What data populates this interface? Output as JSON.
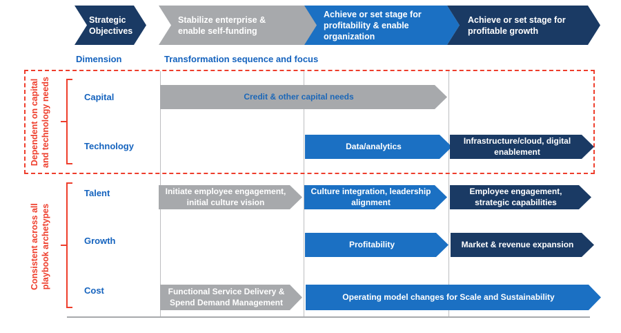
{
  "header": {
    "arrows": [
      {
        "label": "Strategic\nObjectives",
        "color": "#1a3a64"
      },
      {
        "label": "Stabilize enterprise &\nenable  self-funding",
        "color": "#a7a9ac"
      },
      {
        "label": "Achieve or set stage for\nprofitability & enable\norganization",
        "color": "#1b70c3"
      },
      {
        "label": "Achieve or set stage for\nprofitable growth",
        "color": "#1a3a64"
      }
    ],
    "dimension_label": "Dimension",
    "sequence_label": "Transformation sequence and focus"
  },
  "side_groups": [
    {
      "label": "Dependent on capital\nand technology needs",
      "dashed_outline": true
    },
    {
      "label": "Consistent across all\nplaybook archetypes",
      "dashed_outline": false
    }
  ],
  "rows": [
    {
      "dimension": "Capital",
      "arrows": [
        {
          "label": "Credit & other capital needs",
          "color": "#a7a9ac",
          "text_color": "#1b67b8"
        }
      ]
    },
    {
      "dimension": "Technology",
      "arrows": [
        {
          "label": "Data/analytics",
          "color": "#1b70c3",
          "text_color": "#ffffff"
        },
        {
          "label": "Infrastructure/cloud, digital\nenablement",
          "color": "#1a3a64",
          "text_color": "#ffffff"
        }
      ]
    },
    {
      "dimension": "Talent",
      "arrows": [
        {
          "label": "Initiate employee engagement,\ninitial culture vision",
          "color": "#a7a9ac",
          "text_color": "#ffffff"
        },
        {
          "label": "Culture integration, leadership\nalignment",
          "color": "#1b70c3",
          "text_color": "#ffffff"
        },
        {
          "label": "Employee engagement,\nstrategic capabilities",
          "color": "#1a3a64",
          "text_color": "#ffffff"
        }
      ]
    },
    {
      "dimension": "Growth",
      "arrows": [
        {
          "label": "Profitability",
          "color": "#1b70c3",
          "text_color": "#ffffff"
        },
        {
          "label": "Market & revenue expansion",
          "color": "#1a3a64",
          "text_color": "#ffffff"
        }
      ]
    },
    {
      "dimension": "Cost",
      "arrows": [
        {
          "label": "Functional Service Delivery &\nSpend Demand Management",
          "color": "#a7a9ac",
          "text_color": "#ffffff"
        },
        {
          "label": "Operating model changes for Scale and Sustainability",
          "color": "#1b70c3",
          "text_color": "#ffffff"
        }
      ]
    }
  ],
  "colors": {
    "navy": "#1a3a64",
    "blue": "#1b70c3",
    "gray": "#a7a9ac",
    "red_accent": "#ee3d2b",
    "label_blue": "#1563be",
    "grid_line": "#bcbdbf"
  }
}
